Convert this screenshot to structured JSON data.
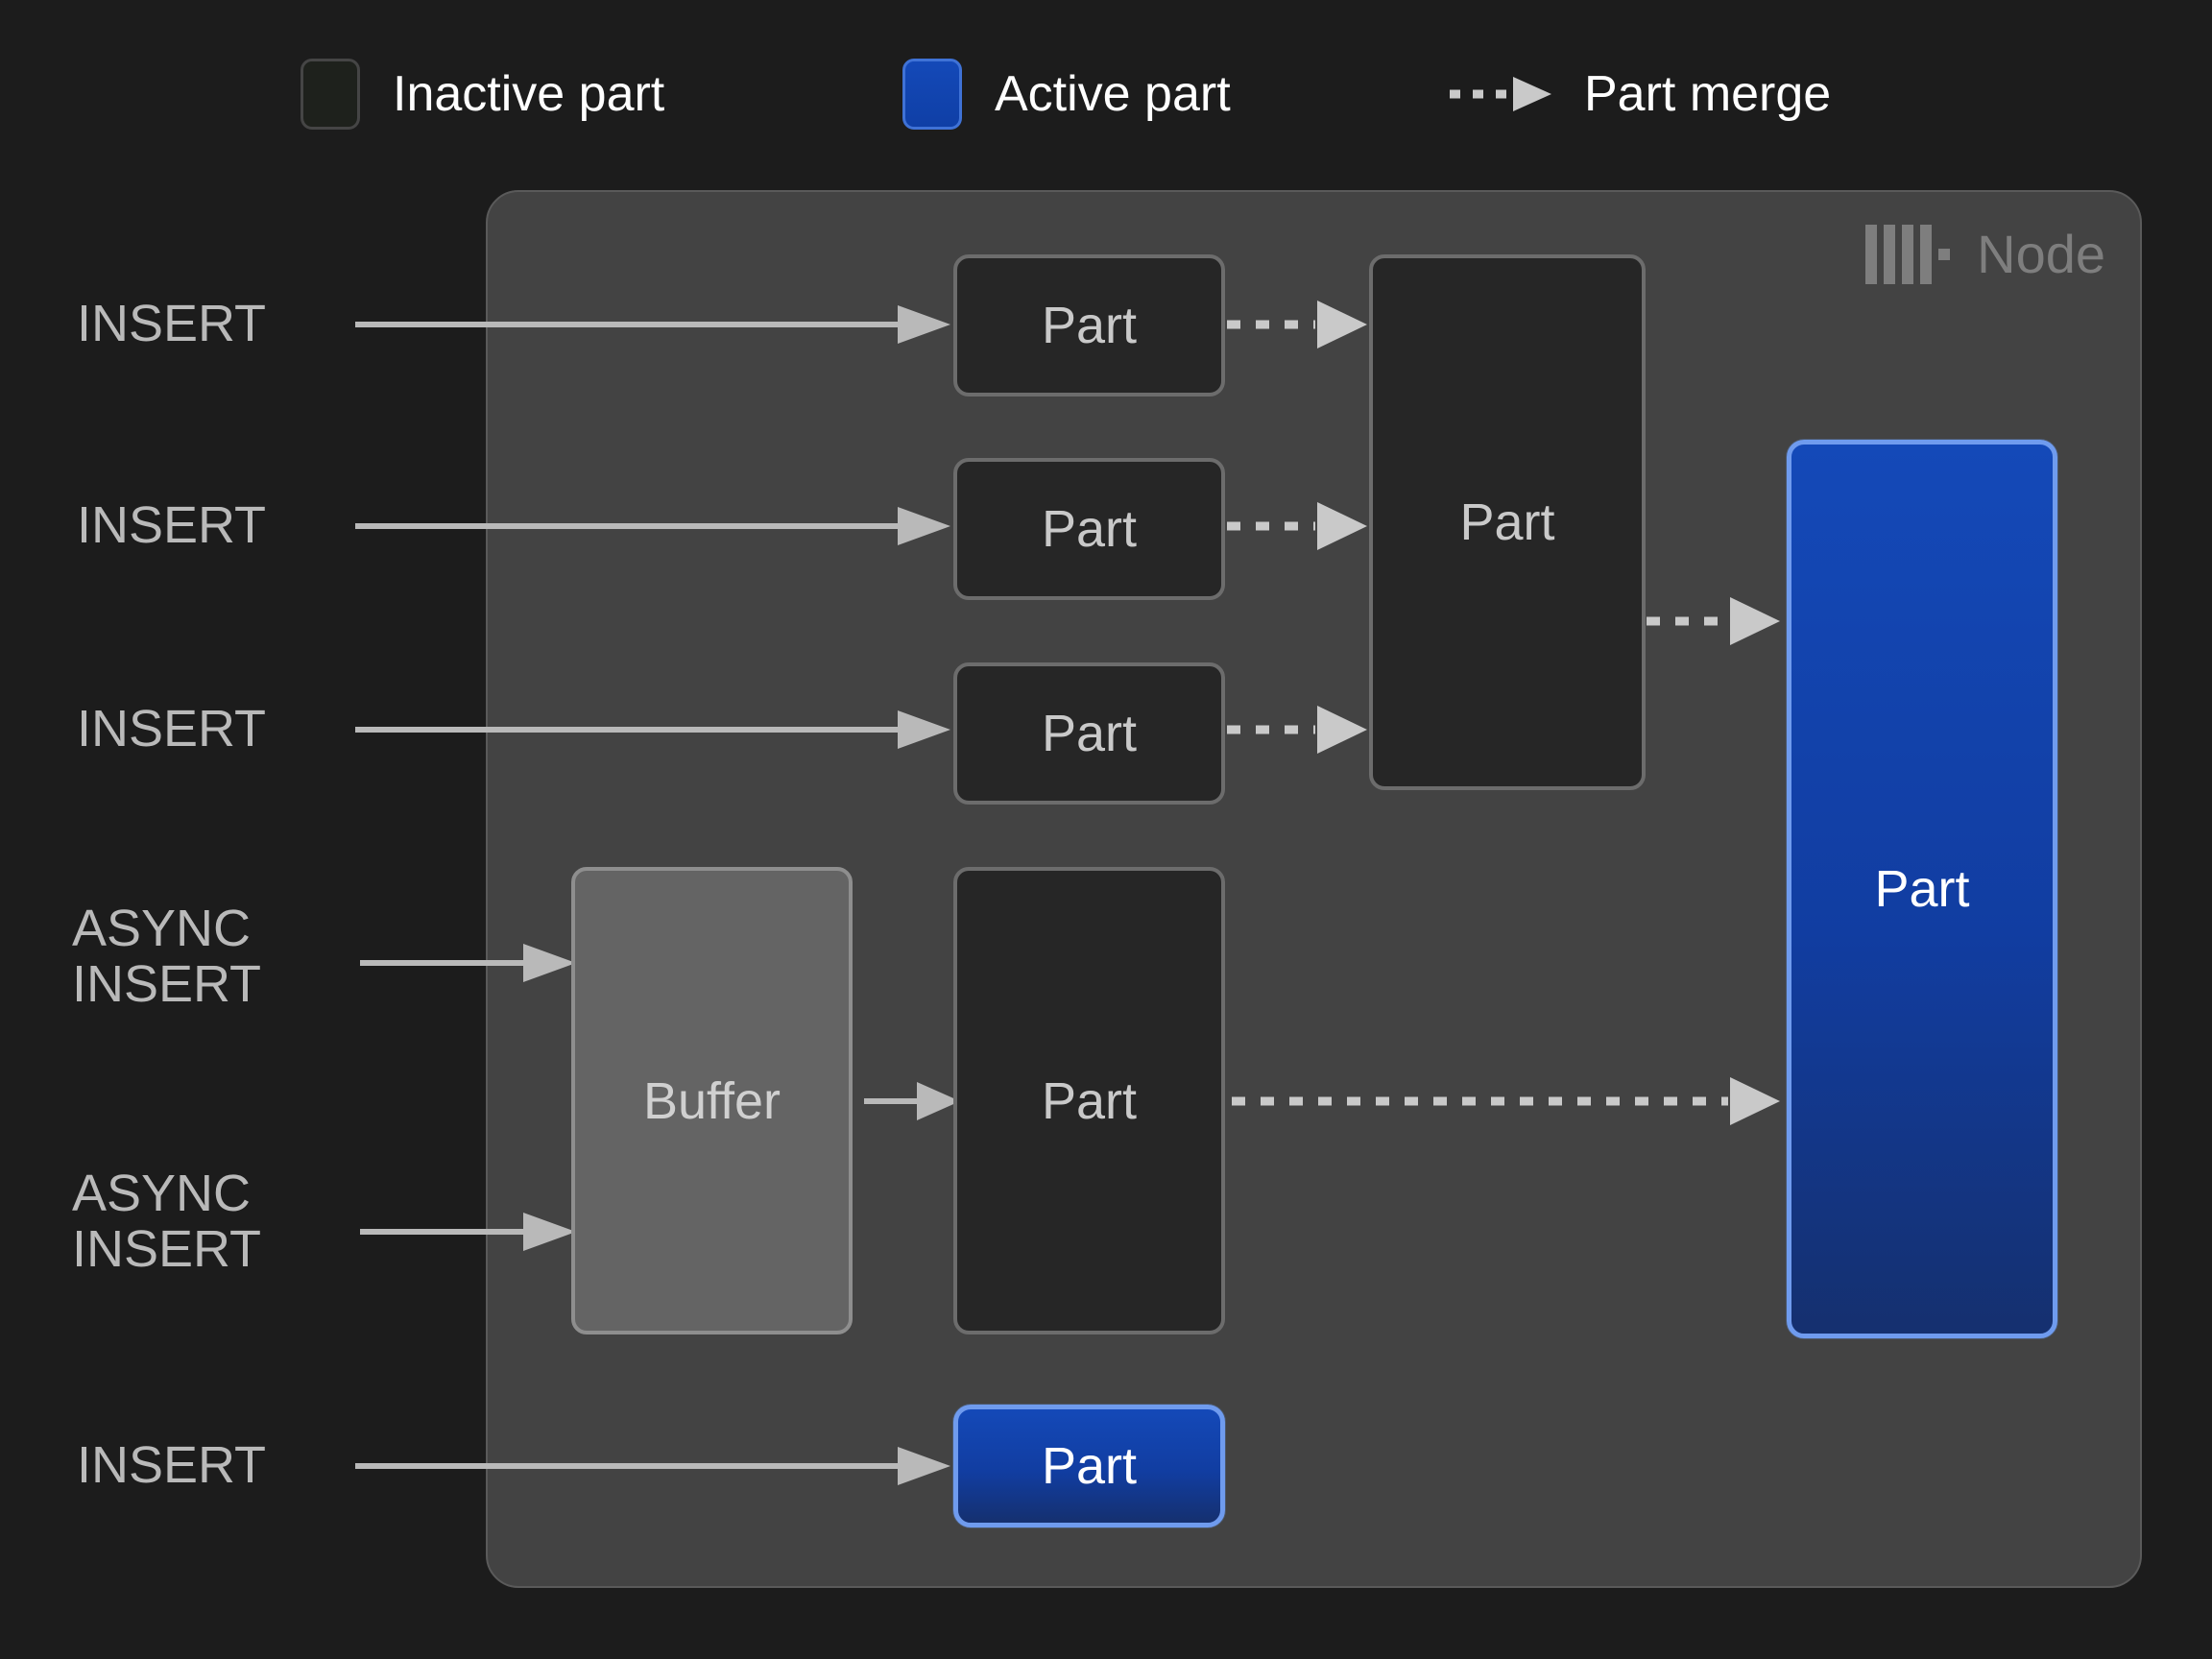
{
  "legend": {
    "items": [
      {
        "id": "inactive-part",
        "swatch": "inactive-part-swatch",
        "label": "Inactive part"
      },
      {
        "id": "active-part",
        "swatch": "active-part-swatch",
        "label": "Active part"
      },
      {
        "id": "part-merge",
        "swatch": "dashed-arrow-icon",
        "label": "Part merge"
      }
    ]
  },
  "node": {
    "logo_icon": "clickhouse-logo-icon",
    "label": "Node"
  },
  "sources": [
    {
      "id": "insert-1",
      "label": "INSERT"
    },
    {
      "id": "insert-2",
      "label": "INSERT"
    },
    {
      "id": "insert-3",
      "label": "INSERT"
    },
    {
      "id": "async-insert-1",
      "label": "ASYNC\nINSERT"
    },
    {
      "id": "async-insert-2",
      "label": "ASYNC\nINSERT"
    },
    {
      "id": "insert-4",
      "label": "INSERT"
    }
  ],
  "boxes": {
    "part_row_1": {
      "label": "Part",
      "state": "inactive"
    },
    "part_row_2": {
      "label": "Part",
      "state": "inactive"
    },
    "part_row_3": {
      "label": "Part",
      "state": "inactive"
    },
    "part_merged": {
      "label": "Part",
      "state": "inactive"
    },
    "buffer": {
      "label": "Buffer",
      "state": "buffer"
    },
    "part_async": {
      "label": "Part",
      "state": "inactive"
    },
    "part_active_big": {
      "label": "Part",
      "state": "active"
    },
    "part_active_bottom": {
      "label": "Part",
      "state": "active"
    }
  },
  "colors": {
    "background": "#1c1c1c",
    "node_panel": "#434343",
    "node_border": "#5a5a5a",
    "inactive_fill": "#262626",
    "inactive_border": "#6c6c6c",
    "buffer_fill": "#646464",
    "buffer_border": "#8e8e8e",
    "active_fill": "#1348b5",
    "active_border": "#6f9bee",
    "wire": "#b9b9b9",
    "text_primary": "#ffffff",
    "text_muted": "#c9c9c9",
    "node_label": "#7e7e7e"
  }
}
